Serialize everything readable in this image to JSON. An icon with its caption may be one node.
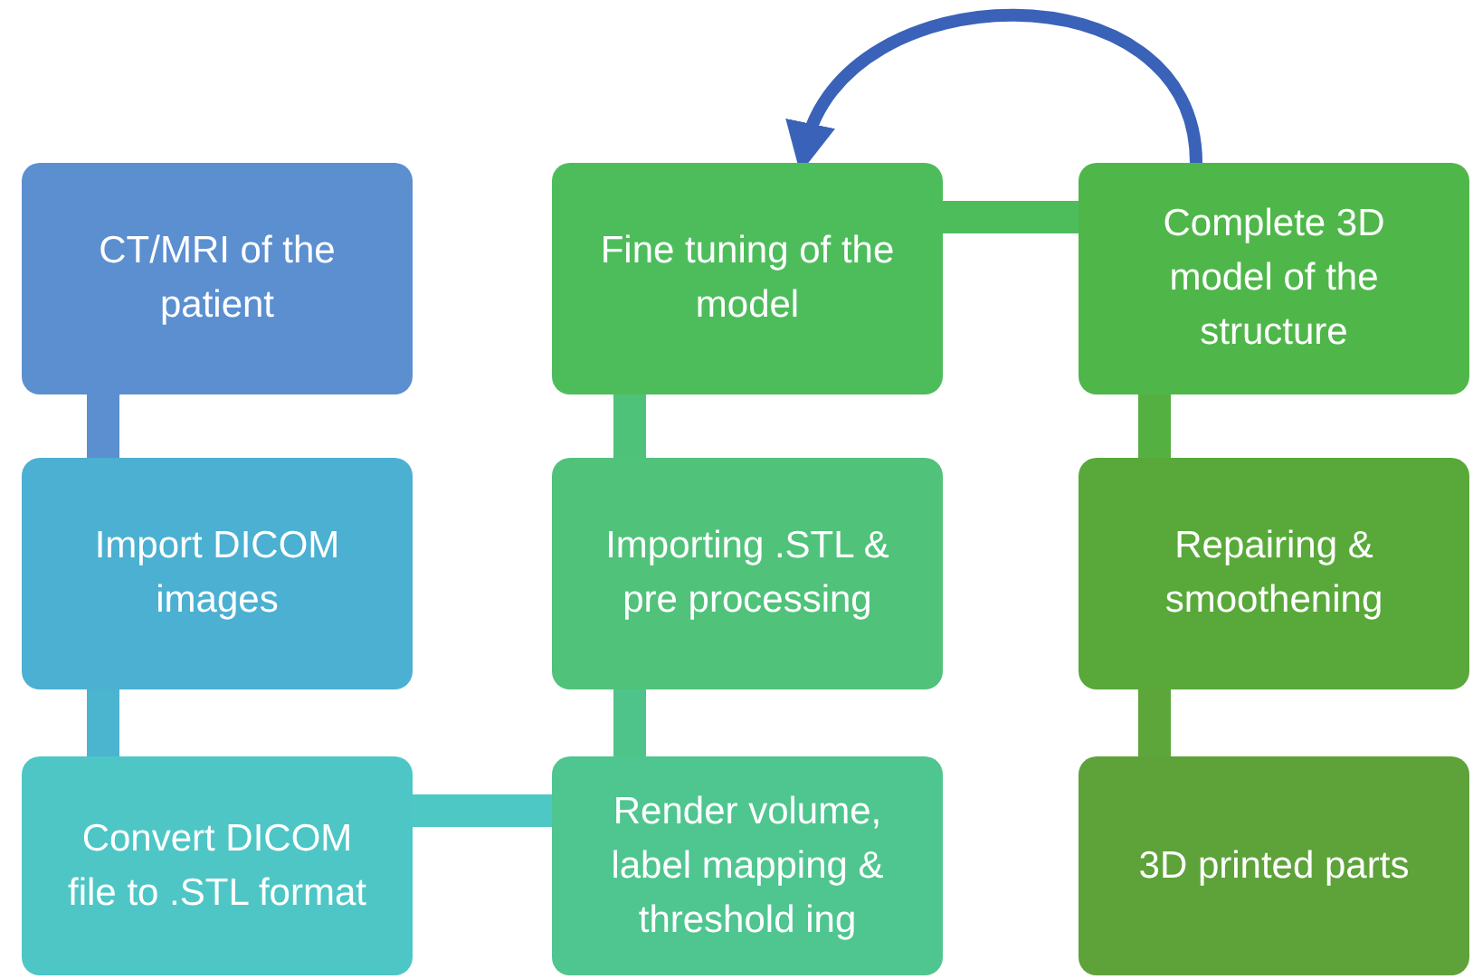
{
  "diagram": {
    "nodes": [
      {
        "text": [
          "CT/MRI of the patient"
        ]
      },
      {
        "text": [
          "Fine tuning of the model"
        ]
      },
      {
        "text": [
          "Complete 3D model of the structure"
        ]
      },
      {
        "text": [
          "Import DICOM images"
        ]
      },
      {
        "text": [
          "Importing .STL & pre processing"
        ]
      },
      {
        "text": [
          "Repairing & smoothening"
        ]
      },
      {
        "text": [
          "Convert DICOM file to .STL format"
        ]
      },
      {
        "text": [
          "Render volume, label mapping & threshold ing"
        ]
      },
      {
        "text": [
          "3D printed parts"
        ]
      }
    ],
    "edges": [
      {
        "from": 0,
        "to": 3,
        "arrow": "none",
        "color": "#5b8fd0"
      },
      {
        "from": 3,
        "to": 6,
        "arrow": "none",
        "color": "#4bb5d0"
      },
      {
        "from": 6,
        "to": 7,
        "arrow": "none",
        "color": "#4ec8c4"
      },
      {
        "from": 7,
        "to": 4,
        "arrow": "none",
        "color": "#4fc48a"
      },
      {
        "from": 4,
        "to": 1,
        "arrow": "none",
        "color": "#4fc27a"
      },
      {
        "from": 1,
        "to": 2,
        "arrow": "none",
        "color": "#4dbd5c"
      },
      {
        "from": 2,
        "to": 5,
        "arrow": "none",
        "color": "#55b042"
      },
      {
        "from": 5,
        "to": 8,
        "arrow": "none",
        "color": "#5ca63a"
      },
      {
        "from": 2,
        "to": 1,
        "arrow": "to",
        "color": "#3a62b8"
      }
    ]
  }
}
